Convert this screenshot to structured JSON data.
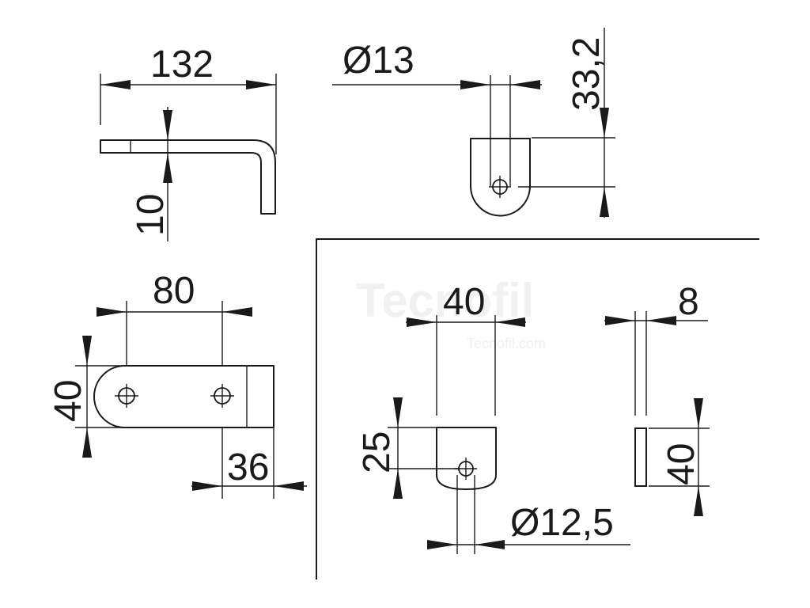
{
  "dimensions": {
    "top_left_length": "132",
    "top_left_thickness": "10",
    "top_right_hole_diameter": "Ø13",
    "top_right_height": "33,2",
    "bottom_left_hole_spacing": "80",
    "bottom_left_width": "40",
    "bottom_left_end_length": "36",
    "bottom_right_width": "40",
    "bottom_right_thickness": "8",
    "bottom_right_hole_offset": "25",
    "bottom_right_height": "40",
    "bottom_right_hole_diameter": "Ø12,5"
  },
  "watermark": {
    "brand": "Tecnofil",
    "domain": "Tecnofil.com"
  },
  "colors": {
    "line": "#1a1a1a",
    "background": "#ffffff"
  }
}
